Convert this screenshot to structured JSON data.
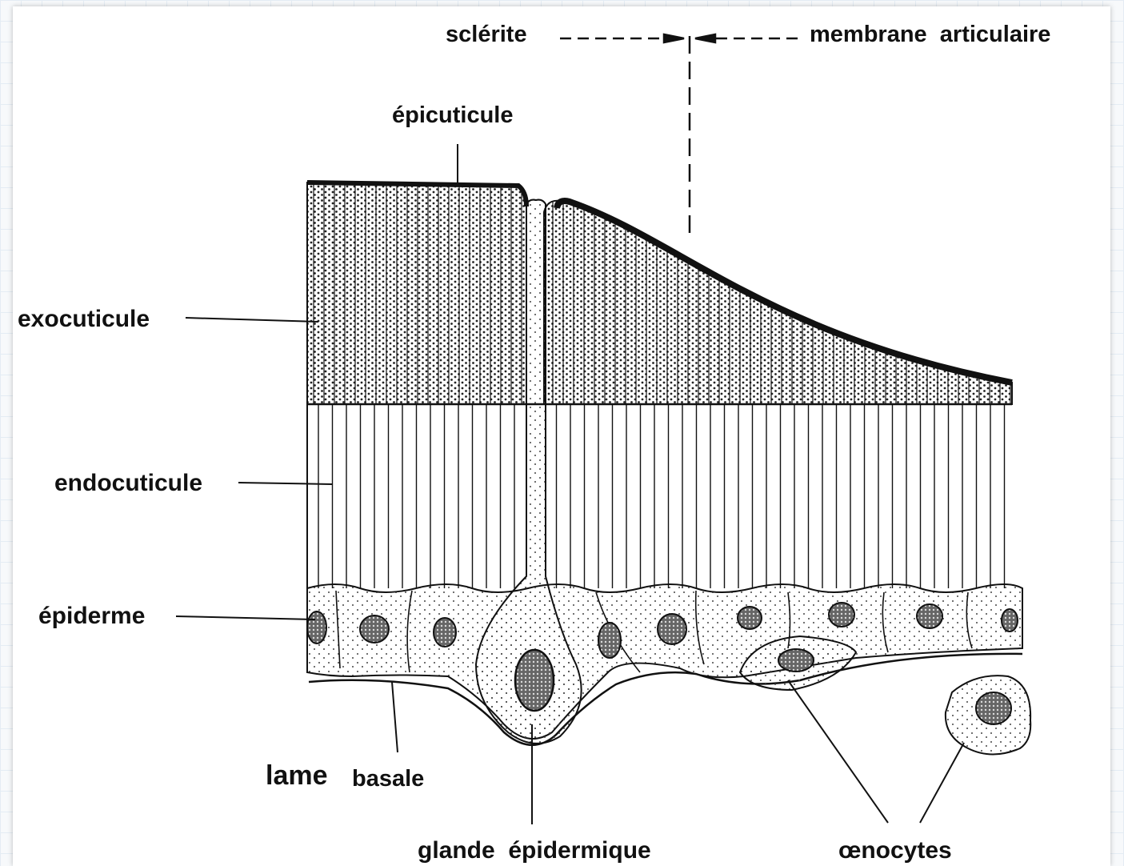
{
  "labels": {
    "sclerite": "sclérite",
    "membrane": "membrane  articulaire",
    "epicuticule": "épicuticule",
    "exocuticule": "exocuticule",
    "endocuticule": "endocuticule",
    "epiderme": "épiderme",
    "lame": "lame",
    "basale": "basale",
    "glande": "glande  épidermique",
    "oenocytes": "œnocytes"
  }
}
